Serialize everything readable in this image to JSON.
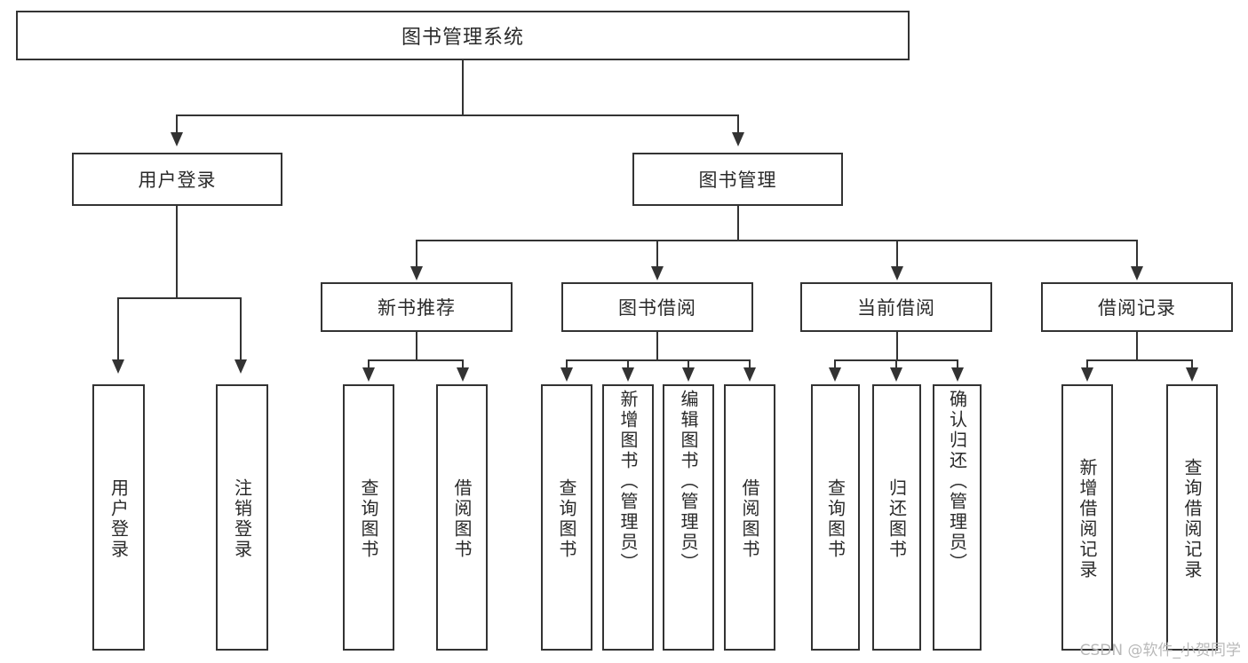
{
  "diagram": {
    "title": "图书管理系统",
    "watermark": "CSDN @软件_小贺同学",
    "line_color": "#333333",
    "box_fill": "#ffffff",
    "text_color": "#2a2a2a",
    "watermark_color": "#b9b9b9",
    "root": {
      "label": "图书管理系统"
    },
    "level2": [
      {
        "label": "用户登录"
      },
      {
        "label": "图书管理"
      }
    ],
    "level3": [
      {
        "label": "新书推荐"
      },
      {
        "label": "图书借阅"
      },
      {
        "label": "当前借阅"
      },
      {
        "label": "借阅记录"
      }
    ],
    "leaves": {
      "user_login": [
        {
          "label": "用户登录"
        },
        {
          "label": "注销登录"
        }
      ],
      "new_book": [
        {
          "label": "查询图书"
        },
        {
          "label": "借阅图书"
        }
      ],
      "book_borrow": [
        {
          "label": "查询图书"
        },
        {
          "label": "新增图书（管理员）"
        },
        {
          "label": "编辑图书（管理员）"
        },
        {
          "label": "借阅图书"
        }
      ],
      "current_borrow": [
        {
          "label": "查询图书"
        },
        {
          "label": "归还图书"
        },
        {
          "label": "确认归还（管理员）"
        }
      ],
      "borrow_record": [
        {
          "label": "新增借阅记录"
        },
        {
          "label": "查询借阅记录"
        }
      ]
    }
  }
}
